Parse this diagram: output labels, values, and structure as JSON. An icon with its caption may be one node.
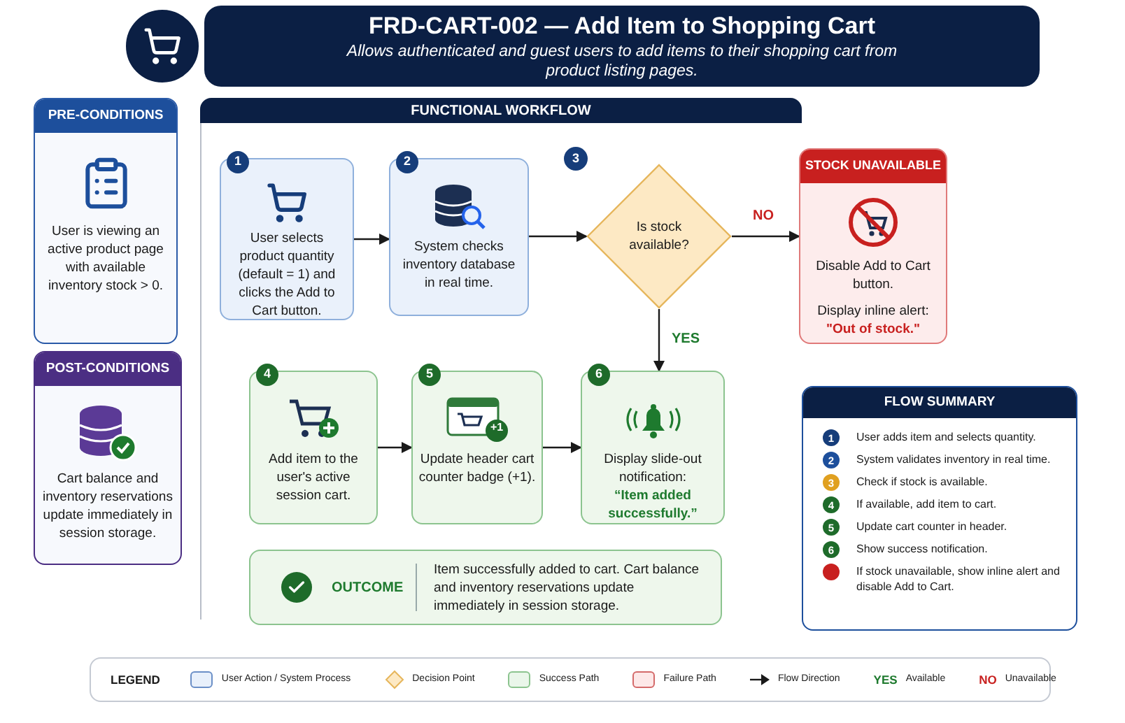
{
  "diagram": {
    "nodes": [
      {
        "text": [
          "FRD-CART-002 — Add Item to Shopping Cart",
          "Allows authenticated and guest users to add items to their shopping cart from product listing pages."
        ]
      },
      {
        "text": [
          "PRE-CONDITIONS",
          "User is viewing an active product page with available inventory stock > 0."
        ]
      },
      {
        "text": [
          "POST-CONDITIONS",
          "Cart balance and inventory reservations update immediately in session storage."
        ]
      },
      {
        "text": [
          "FUNCTIONAL WORKFLOW"
        ]
      },
      {
        "text": [
          "1",
          "User selects product quantity (default = 1) and clicks the Add to Cart button."
        ]
      },
      {
        "text": [
          "2",
          "System checks inventory database in real time."
        ]
      },
      {
        "text": [
          "Is stock available?"
        ],
        "beside": [
          "3"
        ]
      },
      {
        "text": [
          "STOCK UNAVAILABLE",
          "Disable Add to Cart button.",
          "Display inline alert:",
          "\"Out of stock.\""
        ]
      },
      {
        "text": [
          "4",
          "Add item to the user's active session cart."
        ]
      },
      {
        "text": [
          "5",
          "Update header cart counter badge (+1)."
        ]
      },
      {
        "text": [
          "6",
          "Display slide-out notification:",
          "“Item added successfully.”"
        ]
      },
      {
        "text": [
          "OUTCOME",
          "Item successfully added to cart. Cart balance and inventory reservations update immediately in session storage."
        ]
      },
      {
        "text": [
          "FLOW SUMMARY"
        ]
      }
    ],
    "edges": [
      {
        "from": 4,
        "to": 5,
        "arrow": "to"
      },
      {
        "from": 5,
        "to": 6,
        "arrow": "to"
      },
      {
        "from": 6,
        "to": 7,
        "arrow": "to",
        "label": "NO"
      },
      {
        "from": 6,
        "to": 10,
        "arrow": "to",
        "label": "YES"
      },
      {
        "from": 8,
        "to": 9,
        "arrow": "to"
      },
      {
        "from": 9,
        "to": 10,
        "arrow": "to"
      }
    ],
    "labels": [
      "+1",
      "1",
      "User adds item and selects quantity.",
      "2",
      "System validates inventory in real time.",
      "3",
      "Check if stock is available.",
      "4",
      "If available, add item to cart.",
      "5",
      "Update cart counter in header.",
      "6",
      "Show success notification.",
      "If stock unavailable, show inline alert and disable Add to Cart.",
      "LEGEND",
      "YES",
      "NO"
    ],
    "legend": [
      {
        "text": "User Action / System Process",
        "color": "#e8f0fb"
      },
      {
        "text": "Decision Point"
      },
      {
        "text": "Success Path",
        "color": "#eaf6ea"
      },
      {
        "text": "Failure Path",
        "color": "#fde8e8"
      },
      {
        "text": "Flow Direction"
      },
      {
        "text": "Available"
      },
      {
        "text": "Unavailable"
      }
    ]
  }
}
